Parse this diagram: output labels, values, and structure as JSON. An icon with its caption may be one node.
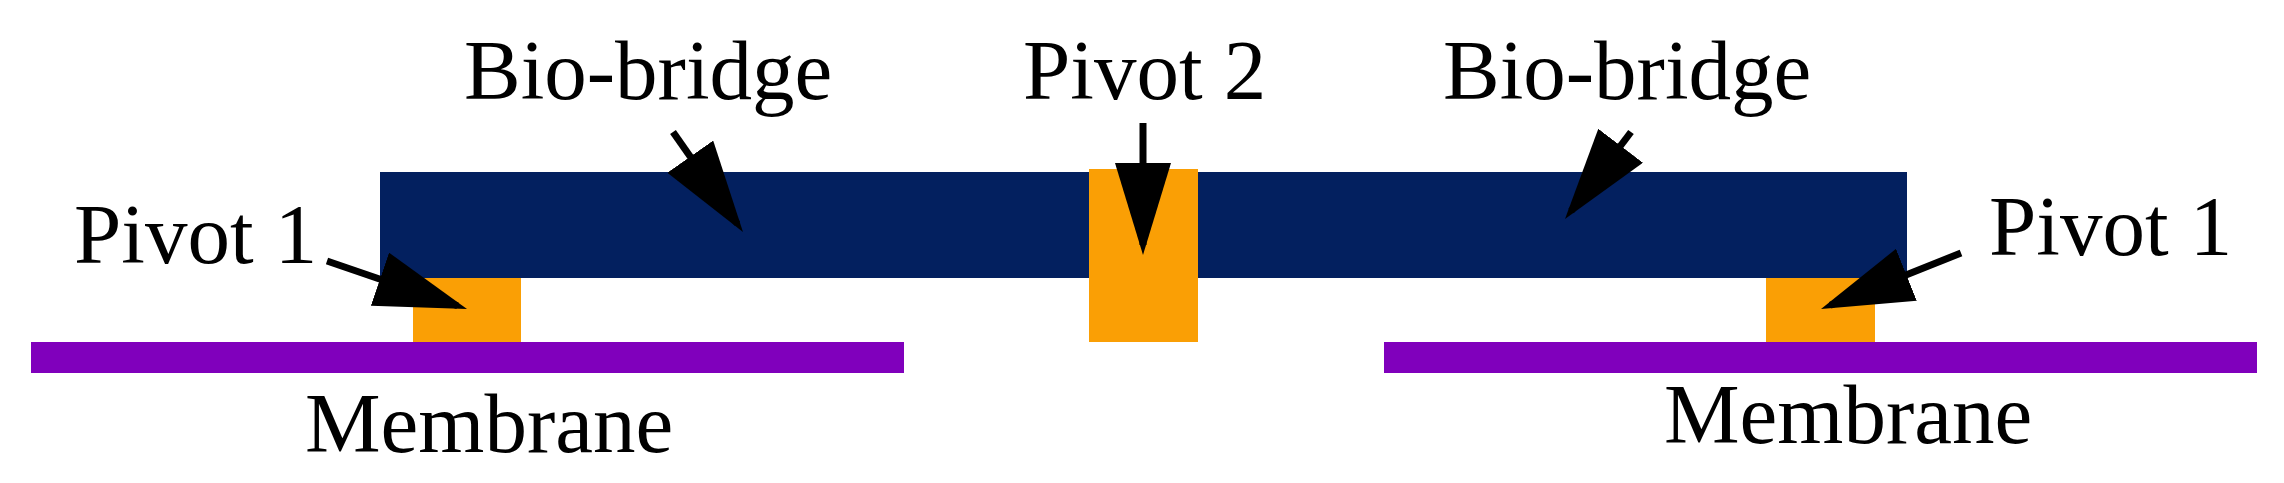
{
  "diagram": {
    "nodes": [
      {
        "text": [
          "Bio-bridge"
        ]
      },
      {
        "text": [
          "Pivot 2"
        ]
      },
      {
        "text": [
          "Bio-bridge"
        ]
      },
      {
        "text": [
          "Pivot 1"
        ]
      },
      {
        "text": [
          "Pivot 1"
        ]
      },
      {
        "text": [],
        "shape": "box"
      },
      {
        "text": [],
        "shape": "box"
      },
      {
        "text": [],
        "shape": "box"
      },
      {
        "text": [],
        "shape": "box"
      },
      {
        "text": [],
        "shape": "box",
        "beside": [
          "Membrane"
        ]
      },
      {
        "text": [],
        "shape": "box",
        "beside": [
          "Membrane"
        ]
      }
    ],
    "edges": [
      {
        "from": 0,
        "to": 5,
        "arrow": "to"
      },
      {
        "from": 1,
        "to": 7,
        "arrow": "to"
      },
      {
        "from": 2,
        "to": 5,
        "arrow": "to"
      },
      {
        "from": 3,
        "to": 6,
        "arrow": "to"
      },
      {
        "from": 4,
        "to": 8,
        "arrow": "to"
      }
    ]
  }
}
